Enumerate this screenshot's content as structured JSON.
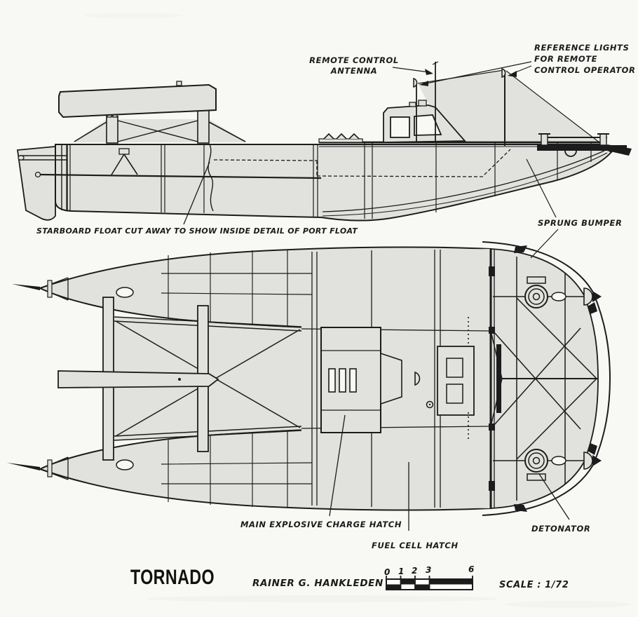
{
  "document": {
    "background_color": "#f8f8f5",
    "ink_color": "#1c1c1c",
    "fill_color": "#e1e1dd",
    "subject": "Tornado explosive catamaran boat technical drawing, side elevation and plan view"
  },
  "side_view": {
    "labels": {
      "remote_control_antenna": {
        "lines": [
          "REMOTE CONTROL",
          "ANTENNA"
        ]
      },
      "reference_lights": {
        "lines": [
          "REFERENCE LIGHTS",
          "FOR REMOTE",
          "CONTROL OPERATOR"
        ]
      },
      "starboard_float_note": {
        "lines": [
          "STARBOARD FLOAT CUT AWAY TO SHOW INSIDE DETAIL OF PORT FLOAT"
        ]
      },
      "sprung_bumper": {
        "lines": [
          "SPRUNG BUMPER"
        ]
      }
    }
  },
  "plan_view": {
    "labels": {
      "main_explosive_charge_hatch": {
        "lines": [
          "MAIN EXPLOSIVE CHARGE HATCH"
        ]
      },
      "fuel_cell_hatch": {
        "lines": [
          "FUEL CELL HATCH"
        ]
      },
      "detonator": {
        "lines": [
          "DETONATOR"
        ]
      }
    }
  },
  "title_block": {
    "title": "TORNADO",
    "author": "RAINER G. HANKLEDEN",
    "scale_label": "SCALE : 1/72",
    "scale_bar": {
      "tick_labels": [
        "0",
        "1",
        "2",
        "3",
        "6"
      ]
    }
  }
}
